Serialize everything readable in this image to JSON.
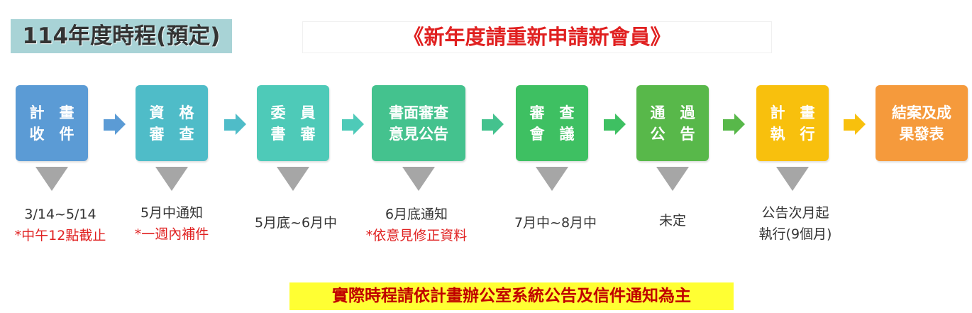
{
  "title": "114年度時程(預定)",
  "headline": "《新年度請重新申請新會員》",
  "colors": {
    "step1": "#5b9bd5",
    "step2": "#4fbcc8",
    "step3": "#4ecab8",
    "step4": "#44c28e",
    "step5": "#3ec062",
    "step6": "#58b84a",
    "step7": "#f8c00d",
    "step8": "#f59a3c",
    "arrow1": "#5b9bd5",
    "arrow2": "#4fbcc8",
    "arrow3": "#4ecab8",
    "arrow4": "#44c28e",
    "arrow5": "#3ec062",
    "arrow6": "#58b84a",
    "arrow7": "#f8c00d"
  },
  "steps": [
    {
      "line1": "計　畫",
      "line2": "收　件"
    },
    {
      "line1": "資　格",
      "line2": "審　查"
    },
    {
      "line1": "委　員",
      "line2": "書　審"
    },
    {
      "line1": "書面審查",
      "line2": "意見公告"
    },
    {
      "line1": "審　查",
      "line2": "會　議"
    },
    {
      "line1": "通　過",
      "line2": "公　告"
    },
    {
      "line1": "計　畫",
      "line2": "執　行"
    },
    {
      "line1": "結案及成",
      "line2": "果發表"
    }
  ],
  "notes": [
    {
      "black": "3/14~5/14",
      "red": "*中午12點截止"
    },
    {
      "black": "5月中通知",
      "red": "*一週內補件"
    },
    {
      "black": "5月底~6月中"
    },
    {
      "black": "6月底通知",
      "red": "*依意見修正資料"
    },
    {
      "black": "7月中~8月中"
    },
    {
      "black": "未定"
    },
    {
      "black": "公告次月起",
      "black2": "執行(9個月)"
    }
  ],
  "footer": "實際時程請依計畫辦公室系統公告及信件通知為主"
}
